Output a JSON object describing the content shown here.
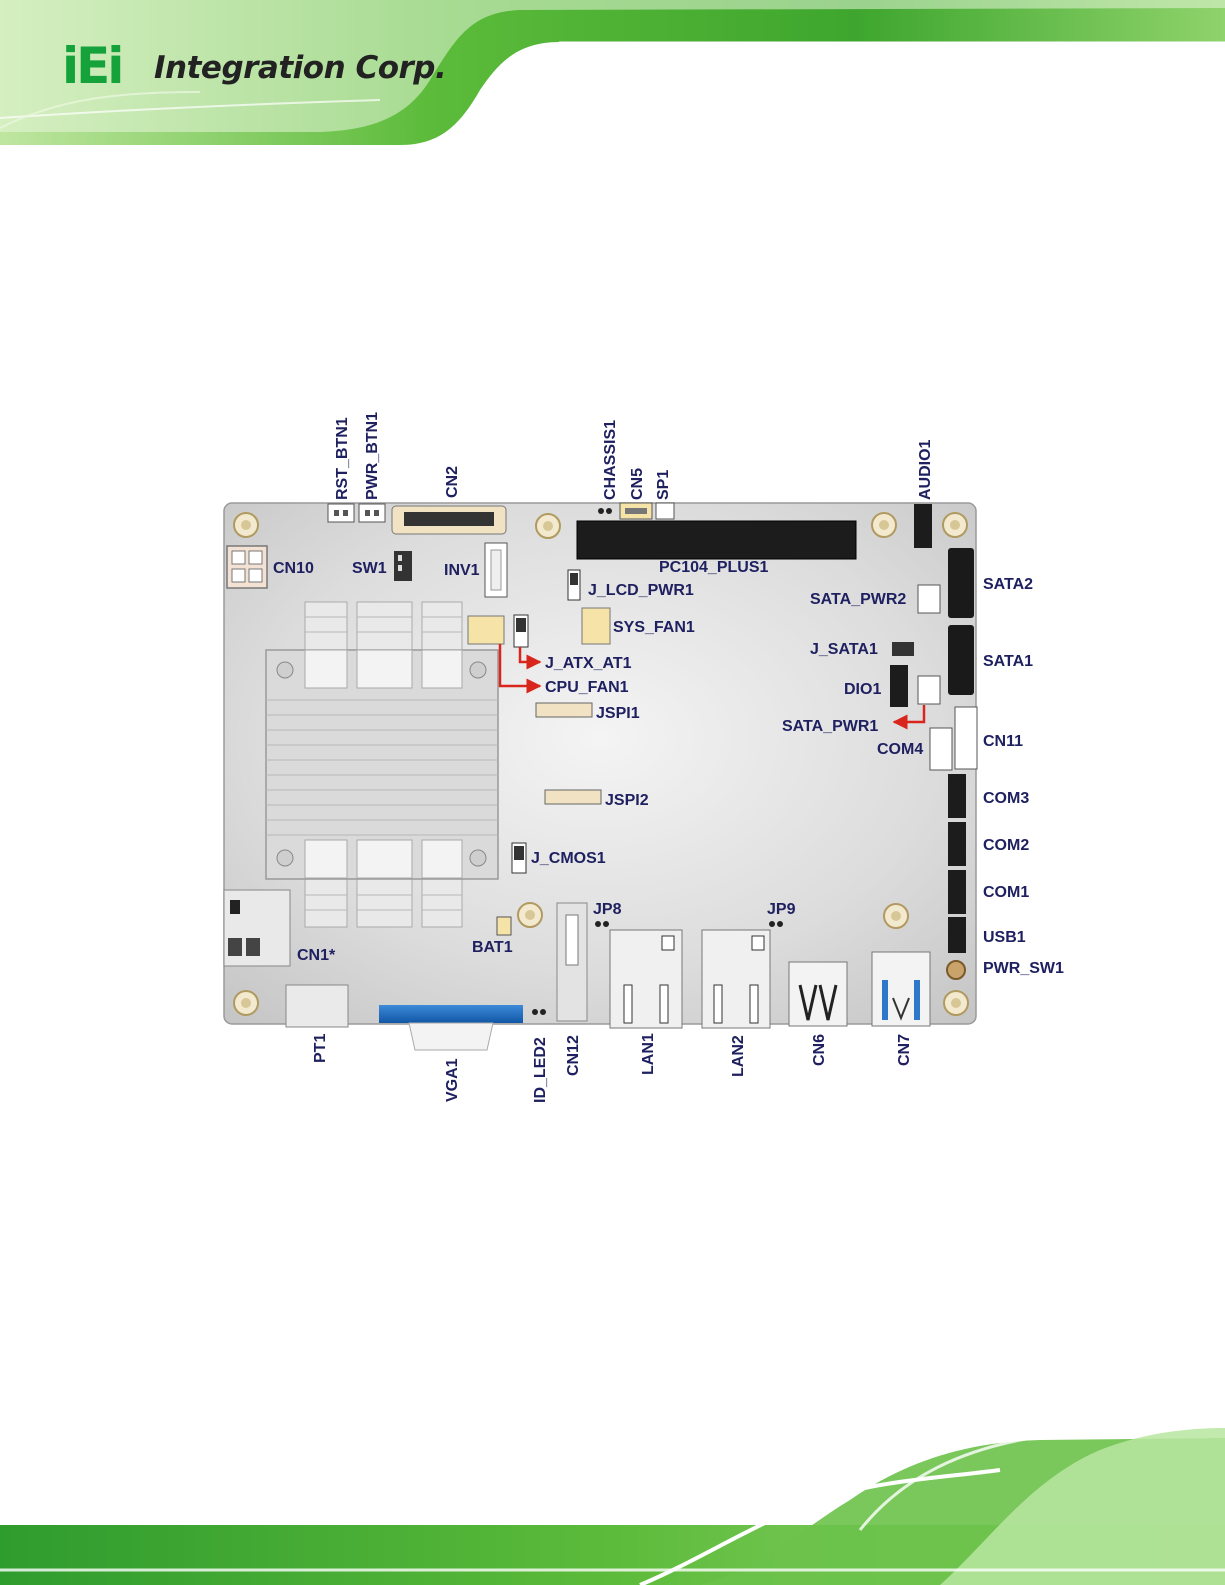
{
  "brand": {
    "logo_mark": "iEi",
    "logo_text": "Integration Corp."
  },
  "colors": {
    "brand_green": "#16a23a",
    "label_navy": "#1f2060",
    "arrow_red": "#d9261c",
    "board_gray": "#dcdcdc"
  },
  "labels": {
    "rst_btn1": "RST_BTN1",
    "pwr_btn1": "PWR_BTN1",
    "cn2": "CN2",
    "chassis1": "CHASSIS1",
    "cn5": "CN5",
    "sp1": "SP1",
    "audio1": "AUDIO1",
    "cn10": "CN10",
    "sw1": "SW1",
    "inv1": "INV1",
    "pc104_plus1": "PC104_PLUS1",
    "j_lcd_pwr1": "J_LCD_PWR1",
    "sys_fan1": "SYS_FAN1",
    "j_atx_at1": "J_ATX_AT1",
    "cpu_fan1": "CPU_FAN1",
    "jspi1": "JSPI1",
    "jspi2": "JSPI2",
    "j_cmos1": "J_CMOS1",
    "sata_pwr2": "SATA_PWR2",
    "sata2": "SATA2",
    "j_sata1": "J_SATA1",
    "sata1": "SATA1",
    "dio1": "DIO1",
    "sata_pwr1": "SATA_PWR1",
    "com4": "COM4",
    "cn11": "CN11",
    "com3": "COM3",
    "com2": "COM2",
    "com1": "COM1",
    "usb1": "USB1",
    "pwr_sw1": "PWR_SW1",
    "jp8": "JP8",
    "jp9": "JP9",
    "bat1": "BAT1",
    "cn1": "CN1*",
    "pt1": "PT1",
    "vga1": "VGA1",
    "id_led2": "ID_LED2",
    "cn12": "CN12",
    "lan1": "LAN1",
    "lan2": "LAN2",
    "cn6": "CN6",
    "cn7": "CN7"
  }
}
